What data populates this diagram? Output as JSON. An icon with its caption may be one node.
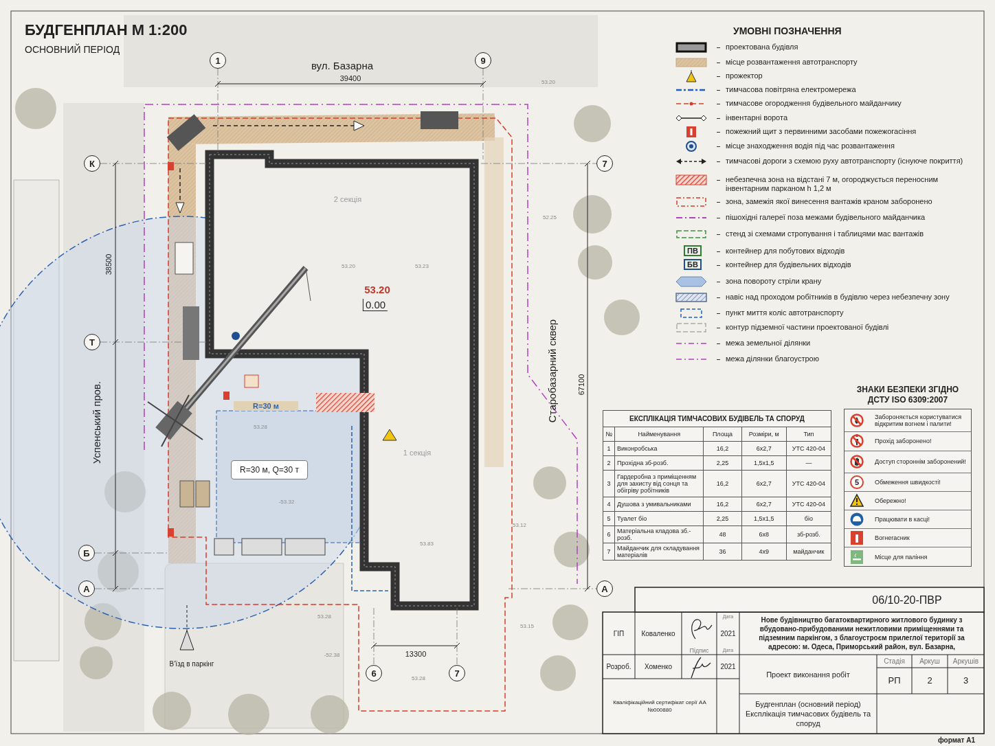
{
  "diagram": {
    "title": "БУДГЕНПЛАН М 1:200",
    "labels": [
      "ОСНОВНИЙ ПЕРІОД",
      "1",
      "9",
      "вул. Базарна",
      "39400",
      "К",
      "7",
      "38500",
      "2 секція",
      "53.20",
      "53.23",
      "52.25",
      "53.20",
      "0.00",
      "Т",
      "Старобазарний сквер",
      "67100",
      "R=30 м",
      "Успенський пров.",
      "53.28",
      "1 секція",
      "R=30 м, Q=30 т",
      "-53.32",
      "53.12",
      "53.83",
      "Б",
      "А",
      "А",
      "53.15",
      "53.28",
      "-52.38",
      "13300",
      "6",
      "7",
      "53.28",
      "В’їзд в паркінг",
      "53.20",
      "УМОВНІ ПОЗНАЧЕННЯ",
      "ПВ",
      "БВ",
      "ЕКСПЛІКАЦІЯ ТИМЧАСОВИХ БУДІВЕЛЬ ТА СПОРУД",
      "№",
      "Найменування",
      "Площа",
      "Розміри, м",
      "Тип",
      "1",
      "Виконробська",
      "16,2",
      "6x2,7",
      "УТС 420-04",
      "2",
      "Прохідна зб-розб.",
      "2,25",
      "1,5x1,5",
      "—",
      "3",
      "Гардеробна з приміщенням для захисту від сонця та обігріву робітників",
      "16,2",
      "6x2,7",
      "УТС 420-04",
      "4",
      "Душова з умивальниками",
      "16,2",
      "6x2,7",
      "УТС 420-04",
      "5",
      "Туалет біо",
      "2,25",
      "1,5x1,5",
      "біо",
      "6",
      "Матеріальна кладова зб.-розб.",
      "48",
      "6x8",
      "зб-розб.",
      "7",
      "Майданчик для складування матеріалів",
      "36",
      "4x9",
      "майданчик",
      "ЗНАКИ БЕЗПЕКИ ЗГІДНО ДСТУ ISO 6309:2007",
      "Забороняється користуватися відкритим вогнем і палити!",
      "Прохід заборонено!",
      "Доступ стороннім заборонений!",
      "5",
      "Обмеження швидкості!",
      "Обережно!",
      "Працювати в касці!",
      "Вогнегасник",
      "Місце для паління",
      "06/10-20-ПВР",
      "ГІП",
      "Коваленко",
      "Дата",
      "2021",
      "Нове будівництво багатоквартирного житлового будинку з вбудовано-прибудованими нежитловими приміщеннями та підземним паркінгом, з благоустроєм прилеглої території за адресою: м. Одеса, Приморський район, вул. Базарна,",
      "Підпис",
      "Дата",
      "Розроб.",
      "Хоменко",
      "2021",
      "Стадія",
      "Аркуш",
      "Аркушів",
      "Проект виконання робіт",
      "РП",
      "2",
      "3",
      "Кваліфікаційний сертифікат серії АА №000880",
      "Будгенплан (основний період) Експлікація тимчасових будівель та споруд",
      "формат А1"
    ],
    "legend": [
      {
        "text": "проектована будівля"
      },
      {
        "text": "місце розвантаження автотранспорту"
      },
      {
        "text": "прожектор"
      },
      {
        "text": "тимчасова повітряна електромережа"
      },
      {
        "text": "тимчасове огородження будівельного майданчику"
      },
      {
        "text": "інвентарні ворота"
      },
      {
        "text": "пожежний щит з первинними засобами пожежогасіння"
      },
      {
        "text": "місце знаходження водія під час розвантаження"
      },
      {
        "text": "тимчасові дороги з схемою руху автотранспорту (існуюче покриття)"
      },
      {
        "text": "небезпечна зона на відстані 7 м, огороджується переносним інвентарним парканом h 1,2 м"
      },
      {
        "text": "зона, замежія якої винесення вантажів краном заборонено"
      },
      {
        "text": "пішохідні галереї поза межами будівельного майданчика"
      },
      {
        "text": "стенд зі схемами стропування і таблицями мас вантажів"
      },
      {
        "text": "контейнер для побутових відходів"
      },
      {
        "text": "контейнер для будівельних відходів"
      },
      {
        "text": "зона повороту стріли крану"
      },
      {
        "text": "навіс над проходом робітників в будівлю через небезпечну зону"
      },
      {
        "text": "пункт миття коліс автотранспорту"
      },
      {
        "text": "контур підземної частини проектованої будівлі"
      },
      {
        "text": "межа земельної ділянки"
      },
      {
        "text": "межа ділянки благоустрою"
      }
    ]
  }
}
